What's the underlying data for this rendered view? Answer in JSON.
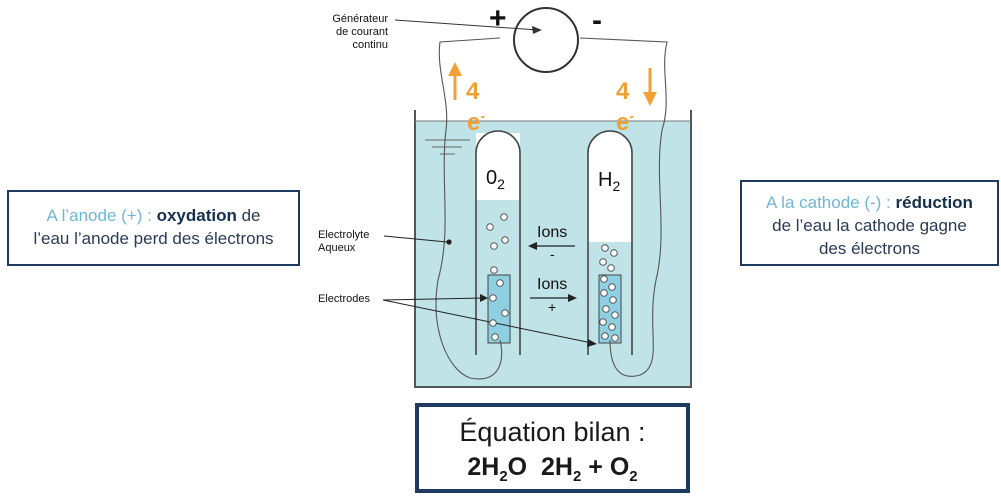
{
  "generator": {
    "label_line1": "Générateur",
    "label_line2": "de courant",
    "label_line3": "continu",
    "plus": "+",
    "minus": "-"
  },
  "electrons": {
    "left_count": "4",
    "right_count": "4",
    "symbol": "e",
    "charge": "-",
    "color": "#f0a035"
  },
  "tubes": {
    "left_gas_main": "0",
    "left_gas_sub": "2",
    "right_gas_main": "H",
    "right_gas_sub": "2"
  },
  "ions": {
    "neg_label": "Ions",
    "neg_sign": "-",
    "pos_label": "Ions",
    "pos_sign": "+"
  },
  "labels": {
    "electrolyte_line1": "Electrolyte",
    "electrolyte_line2": "Aqueux",
    "electrodes": "Electrodes"
  },
  "anode_box": {
    "lead": "A l’anode (+)",
    "sep": " : ",
    "bold": "oxydation",
    "rest1": " de",
    "line2": "l’eau l’anode perd des électrons"
  },
  "cathode_box": {
    "lead": "A la cathode (-)",
    "sep": " : ",
    "bold": "réduction",
    "line2": "de l’eau la cathode gagne",
    "line3": "des électrons"
  },
  "equation": {
    "title": "Équation bilan :",
    "r1_coef": "2H",
    "r1_sub": "2",
    "r1_end": "O",
    "p1_coef": "2H",
    "p1_sub": "2",
    "plus": "+",
    "p2_main": "O",
    "p2_sub": "2"
  },
  "colors": {
    "water": "#bfe3e6",
    "electrode": "#8ecfe2",
    "box_border": "#1f3a5f",
    "cathode_lead": "#6fb6d6"
  }
}
